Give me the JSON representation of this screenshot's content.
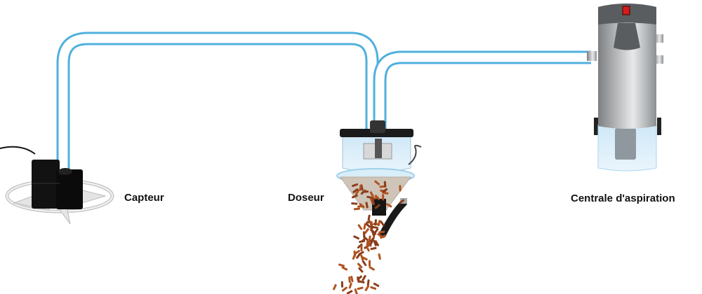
{
  "labels": {
    "sensor": "Capteur",
    "doser": "Doseur",
    "central_unit": "Centrale d'aspiration"
  },
  "colors": {
    "tube": "#4fb0de",
    "pellets": "#8a3d1c",
    "housing": "#b9bcbe",
    "indicator": "#d41c1c"
  }
}
